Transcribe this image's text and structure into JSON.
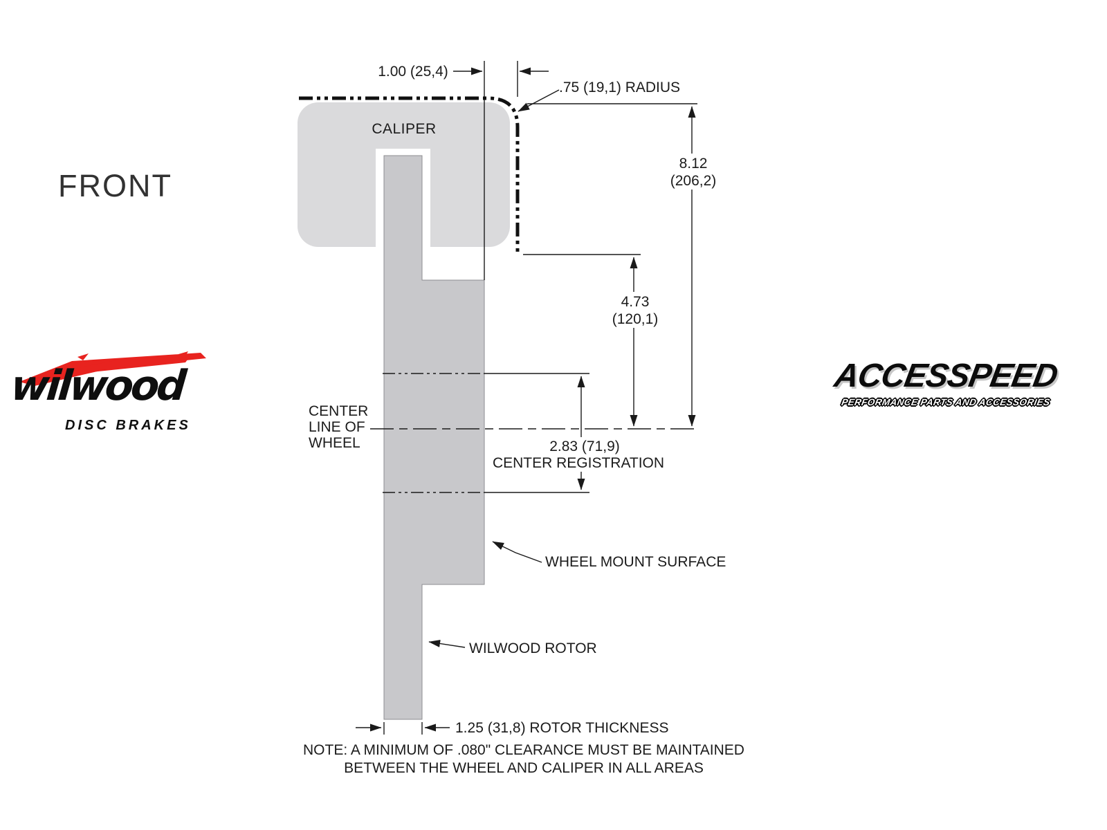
{
  "drawing": {
    "view_label": "FRONT",
    "caliper_label": "CALIPER",
    "dims": {
      "top_offset": "1.00 (25,4)",
      "corner_radius": ".75 (19,1) RADIUS",
      "overall_height_in": "8.12",
      "overall_height_mm": "(206,2)",
      "caliper_to_centerline_in": "4.73",
      "caliper_to_centerline_mm": "(120,1)",
      "center_registration_value": "2.83 (71,9)",
      "center_registration_label": "CENTER REGISTRATION",
      "rotor_thickness": "1.25 (31,8) ROTOR THICKNESS"
    },
    "callouts": {
      "centerline_1": "CENTER",
      "centerline_2": "LINE OF",
      "centerline_3": "WHEEL",
      "wheel_mount_surface": "WHEEL MOUNT SURFACE",
      "wilwood_rotor": "WILWOOD ROTOR"
    },
    "note_1": "NOTE: A MINIMUM OF .080\" CLEARANCE MUST BE MAINTAINED",
    "note_2": "BETWEEN THE WHEEL AND CALIPER IN ALL AREAS"
  },
  "logos": {
    "wilwood": {
      "name": "wilwood",
      "tagline": "DISC BRAKES"
    },
    "accesspeed": {
      "name": "ACCESSPEED",
      "tagline": "PERFORMANCE PARTS AND ACCESSORIES"
    }
  },
  "colors": {
    "caliper_fill": "#dadadc",
    "rotor_fill": "#c8c8cb",
    "line": "#1a1a1a",
    "wilwood_red": "#e8231f",
    "text": "#1b1b1b",
    "background": "#ffffff"
  }
}
